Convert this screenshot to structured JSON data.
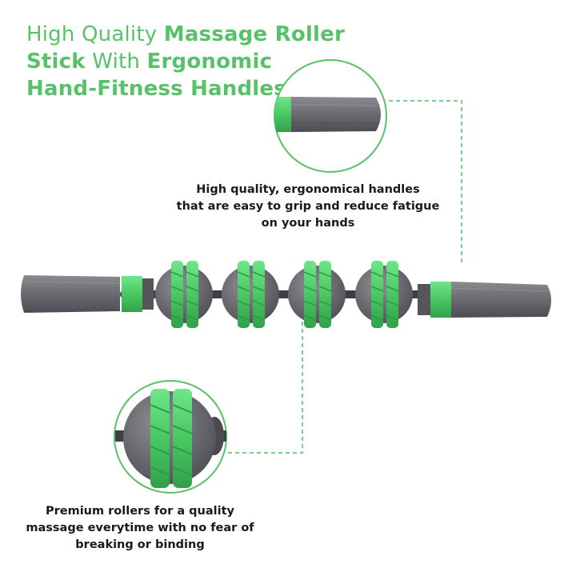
{
  "headline": {
    "line1_thin": "High Quality ",
    "line1_bold": "Massage Roller",
    "line2_bold_a": "Stick",
    "line2_thin": " With ",
    "line2_bold_b": "Ergonomic",
    "line3_bold": "Hand-Fitness Handles"
  },
  "handles_caption": {
    "line1": "High quality, ergonomical handles",
    "line2": "that are easy to grip and reduce fatigue",
    "line3": "on your hands"
  },
  "rollers_caption": {
    "line1": "Premium rollers for a quality",
    "line2": "massage everytime with no fear of",
    "line3": "breaking or binding"
  },
  "colors": {
    "accent_green": "#57c26a",
    "roller_green": "#4fd16a",
    "handle_gray": "#6e6e73",
    "dark_gray": "#4a4a4f",
    "dash_green": "#7bd18a"
  }
}
